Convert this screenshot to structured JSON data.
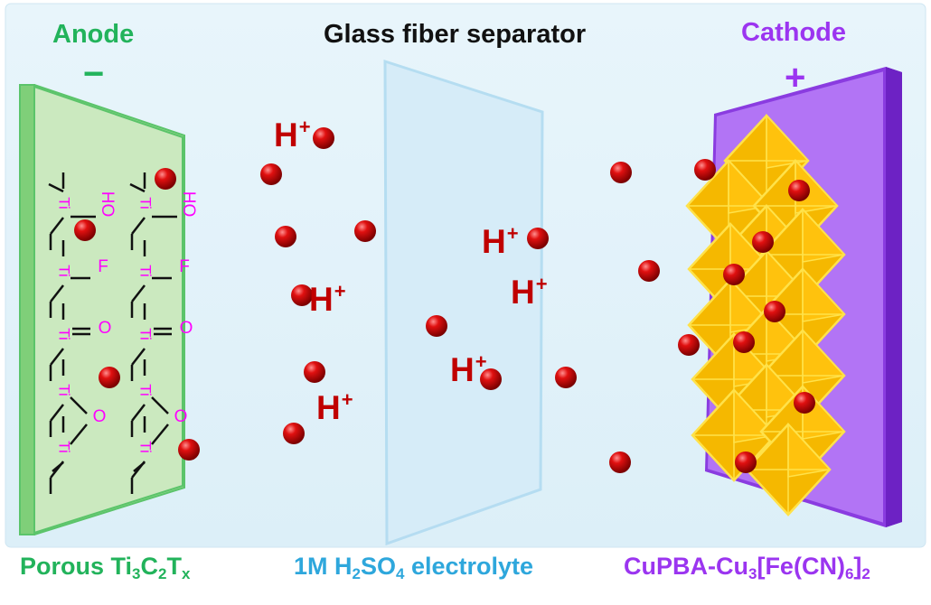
{
  "anode": {
    "title": "Anode",
    "sign": "−",
    "material": [
      "Porous Ti",
      "3",
      "C",
      "2",
      "T",
      "x"
    ]
  },
  "separator": {
    "title": "Glass fiber separator"
  },
  "cathode": {
    "title": "Cathode",
    "sign": "+",
    "material": [
      "CuPBA-Cu",
      "3",
      "[Fe(CN)",
      "6",
      "]",
      "2"
    ]
  },
  "electrolyte": {
    "parts": [
      "1M H",
      "2",
      "SO",
      "4",
      " electrolyte"
    ]
  },
  "ions": {
    "symbol": "H",
    "charge": "+"
  },
  "mxene": {
    "ti": "Ti",
    "oh": "HO",
    "f": "F",
    "o": "O"
  },
  "colors": {
    "anode": "#22b35b",
    "cathode": "#9b35f0",
    "electrolyte": "#2ea7dc",
    "ion": "#c00000",
    "terminal": "#ff00ff",
    "crystal": "#f5b800"
  }
}
